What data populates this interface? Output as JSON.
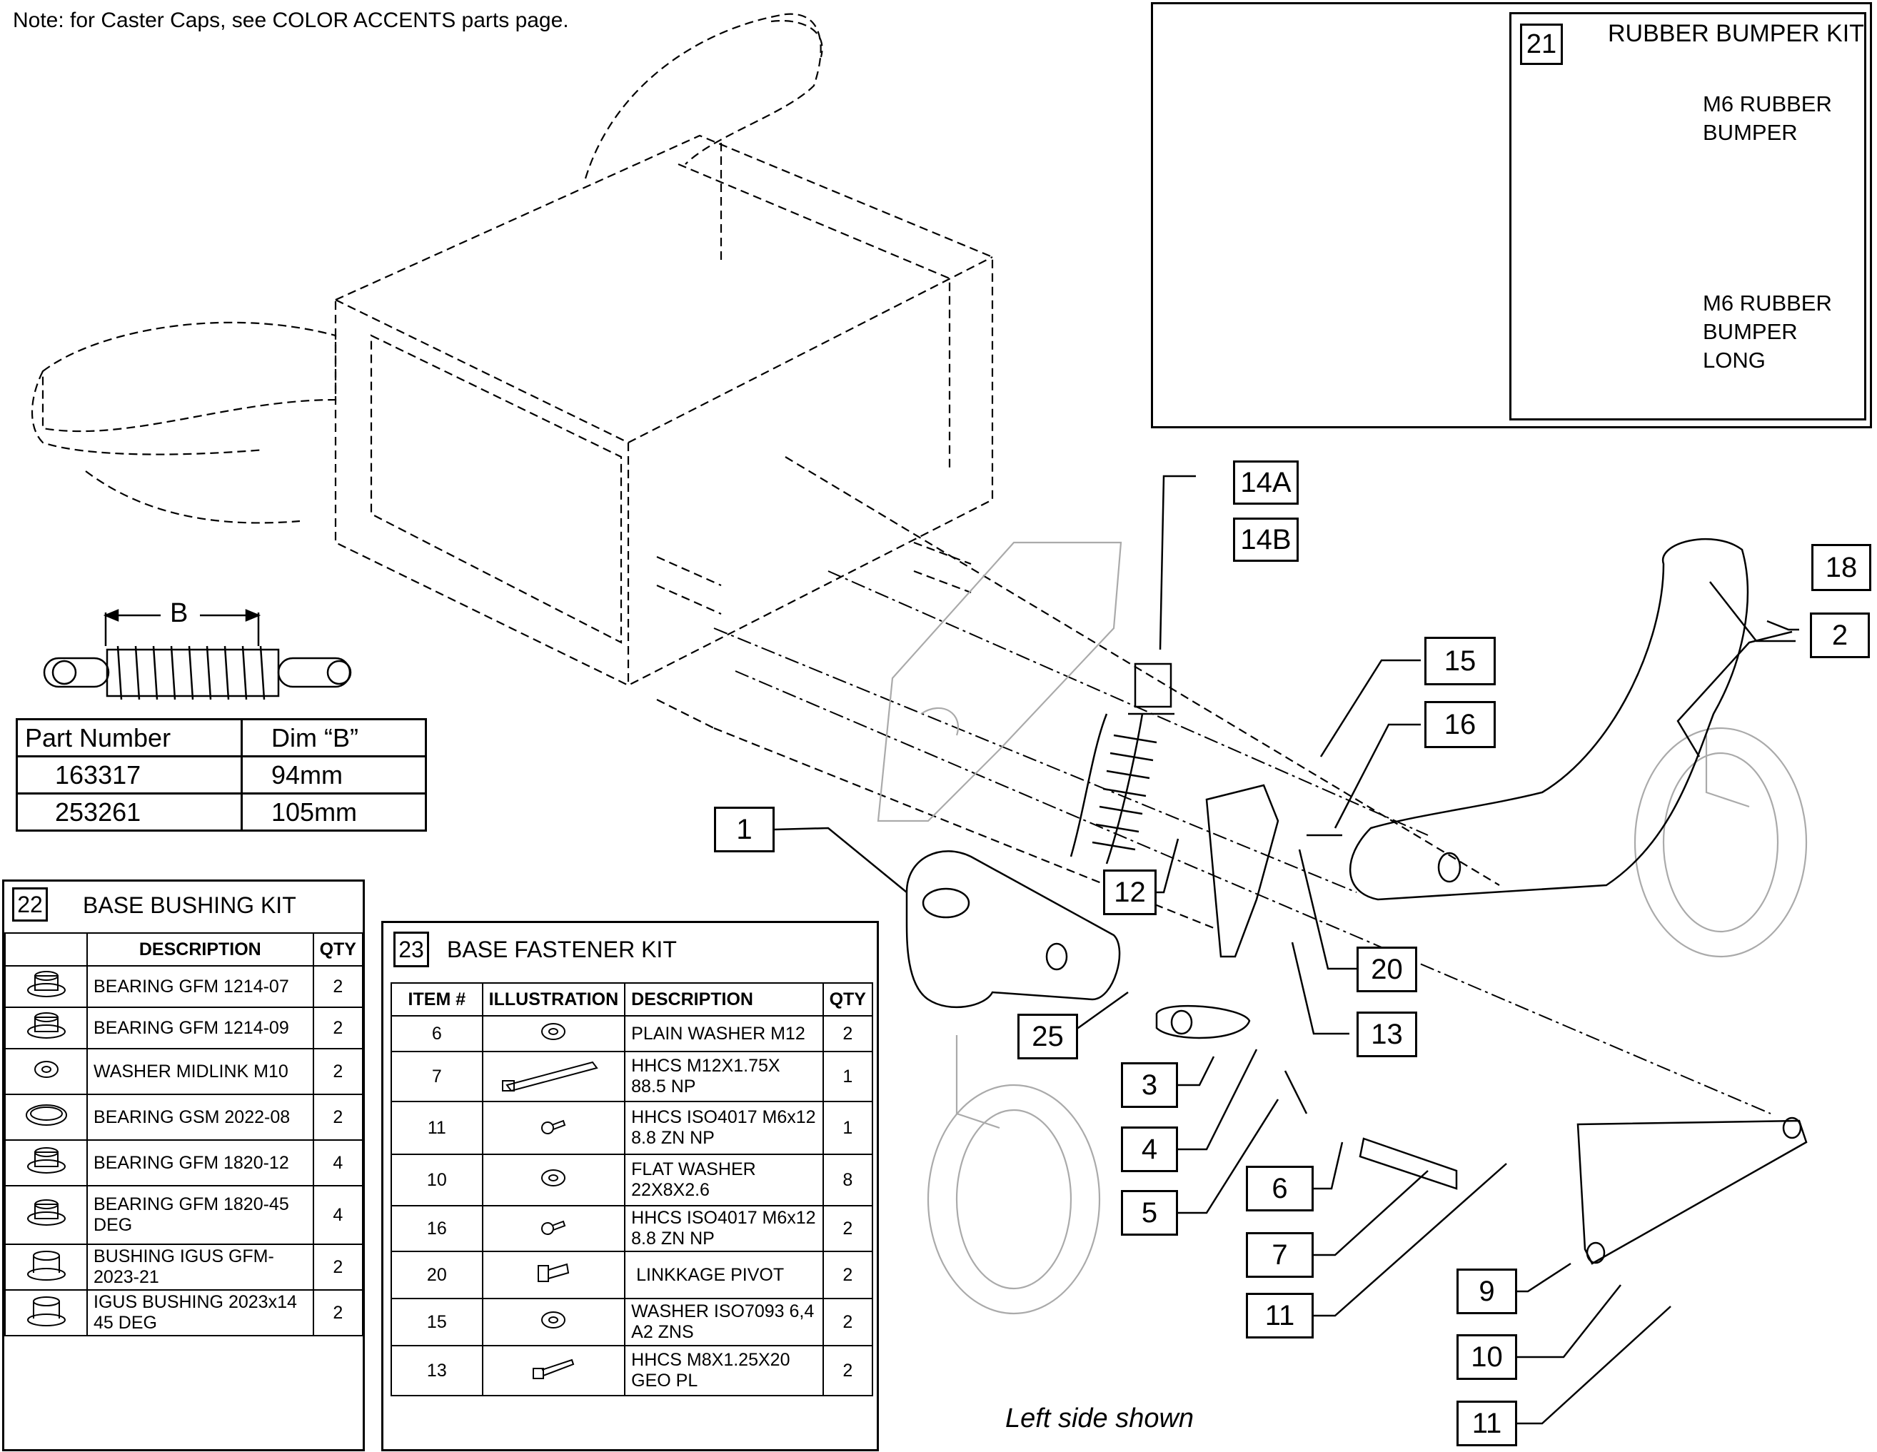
{
  "note": "Note: for Caster Caps, see COLOR ACCENTS parts page.",
  "footer_note": "Left side shown",
  "dimension_label": "B",
  "part_number_table": {
    "headers": [
      "Part Number",
      "Dim “B”"
    ],
    "rows": [
      [
        "163317",
        "94mm"
      ],
      [
        "253261",
        "105mm"
      ]
    ]
  },
  "rubber_bumper_kit": {
    "number": "21",
    "title": "RUBBER BUMPER KIT",
    "label_bumper": "M6 RUBBER\nBUMPER",
    "label_bumper_long": "M6 RUBBER\nBUMPER\nLONG"
  },
  "base_bushing_kit": {
    "number": "22",
    "title": "BASE BUSHING KIT",
    "headers": [
      "DESCRIPTION",
      "QTY"
    ],
    "rows": [
      {
        "icon": "flanged-bearing-icon",
        "description": "BEARING GFM 1214-07",
        "qty": "2"
      },
      {
        "icon": "flanged-bearing-icon",
        "description": "BEARING GFM 1214-09",
        "qty": "2"
      },
      {
        "icon": "washer-icon",
        "description": "WASHER MIDLINK M10",
        "qty": "2"
      },
      {
        "icon": "sleeve-bearing-icon",
        "description": "BEARING GSM 2022-08",
        "qty": "2"
      },
      {
        "icon": "flanged-bearing-icon",
        "description": "BEARING GFM 1820-12",
        "qty": "4"
      },
      {
        "icon": "flanged-bearing-icon",
        "description": "BEARING GFM 1820-45 DEG",
        "qty": "4"
      },
      {
        "icon": "bushing-icon",
        "description": "BUSHING IGUS GFM-2023-21",
        "qty": "2"
      },
      {
        "icon": "bushing-icon",
        "description": "IGUS BUSHING 2023x14 45 DEG",
        "qty": "2"
      }
    ]
  },
  "base_fastener_kit": {
    "number": "23",
    "title": "BASE FASTENER KIT",
    "headers": [
      "ITEM #",
      "ILLUSTRATION",
      "DESCRIPTION",
      "QTY"
    ],
    "rows": [
      {
        "item": "6",
        "icon": "washer-icon",
        "description": "PLAIN WASHER M12",
        "qty": "2"
      },
      {
        "item": "7",
        "icon": "long-bolt-icon",
        "description": "HHCS M12X1.75X 88.5 NP",
        "qty": "1"
      },
      {
        "item": "11",
        "icon": "short-bolt-icon",
        "description": "HHCS ISO4017 M6x12 8.8 ZN NP",
        "qty": "1"
      },
      {
        "item": "10",
        "icon": "washer-icon",
        "description": "FLAT WASHER 22X8X2.6",
        "qty": "8"
      },
      {
        "item": "16",
        "icon": "short-bolt-icon",
        "description": "HHCS ISO4017 M6x12 8.8 ZN NP",
        "qty": "2"
      },
      {
        "item": "20",
        "icon": "pivot-bolt-icon",
        "description": " LINKKAGE PIVOT",
        "qty": "2"
      },
      {
        "item": "15",
        "icon": "washer-icon",
        "description": "WASHER ISO7093 6,4 A2 ZNS",
        "qty": "2"
      },
      {
        "item": "13",
        "icon": "bolt-icon",
        "description": "HHCS M8X1.25X20 GEO PL",
        "qty": "2"
      }
    ]
  },
  "callouts": [
    "1",
    "2",
    "3",
    "4",
    "5",
    "6",
    "7",
    "9",
    "10",
    "11",
    "11",
    "12",
    "13",
    "14A",
    "14B",
    "15",
    "16",
    "18",
    "20",
    "25"
  ]
}
